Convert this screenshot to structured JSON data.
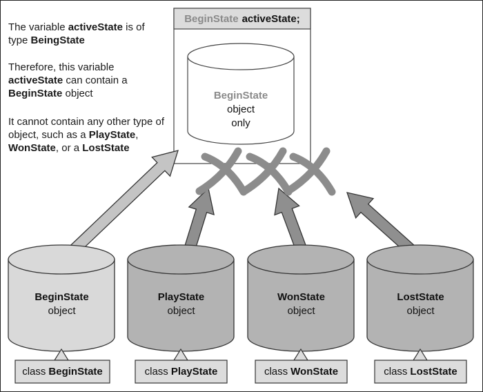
{
  "explanation": {
    "line1_pre": "The variable ",
    "line1_var": "activeState",
    "line1_mid": " is of type ",
    "line1_type": "BeingState",
    "line2_pre": "Therefore, this variable ",
    "line2_var": "activeState",
    "line2_mid": " can contain a ",
    "line2_type": "BeginState",
    "line2_post": " object",
    "line3_pre": "It cannot contain any other type of object, such as a ",
    "line3_a": "PlayState",
    "line3_sep1": ", ",
    "line3_b": "WonState",
    "line3_sep2": ", or a ",
    "line3_c": "LostState"
  },
  "container": {
    "type_label": "BeginState",
    "var_label": "activeState;",
    "inner_name": "BeginState",
    "inner_line2": "object",
    "inner_line3": "only"
  },
  "objects": [
    {
      "name": "BeginState",
      "suffix": "object",
      "class_prefix": "class",
      "class_name": "BeginState",
      "allowed": true
    },
    {
      "name": "PlayState",
      "suffix": "object",
      "class_prefix": "class",
      "class_name": "PlayState",
      "allowed": false
    },
    {
      "name": "WonState",
      "suffix": "object",
      "class_prefix": "class",
      "class_name": "WonState",
      "allowed": false
    },
    {
      "name": "LostState",
      "suffix": "object",
      "class_prefix": "class",
      "class_name": "LostState",
      "allowed": false
    }
  ],
  "colors": {
    "allowed_fill": "#d9d9d9",
    "blocked_fill": "#b3b3b3",
    "arrow_allowed": "#c4c4c4",
    "arrow_blocked": "#8f8f8f",
    "cross": "#8c8c8c",
    "label_box": "#dcdcdc",
    "type_text": "#8a8a8a"
  }
}
